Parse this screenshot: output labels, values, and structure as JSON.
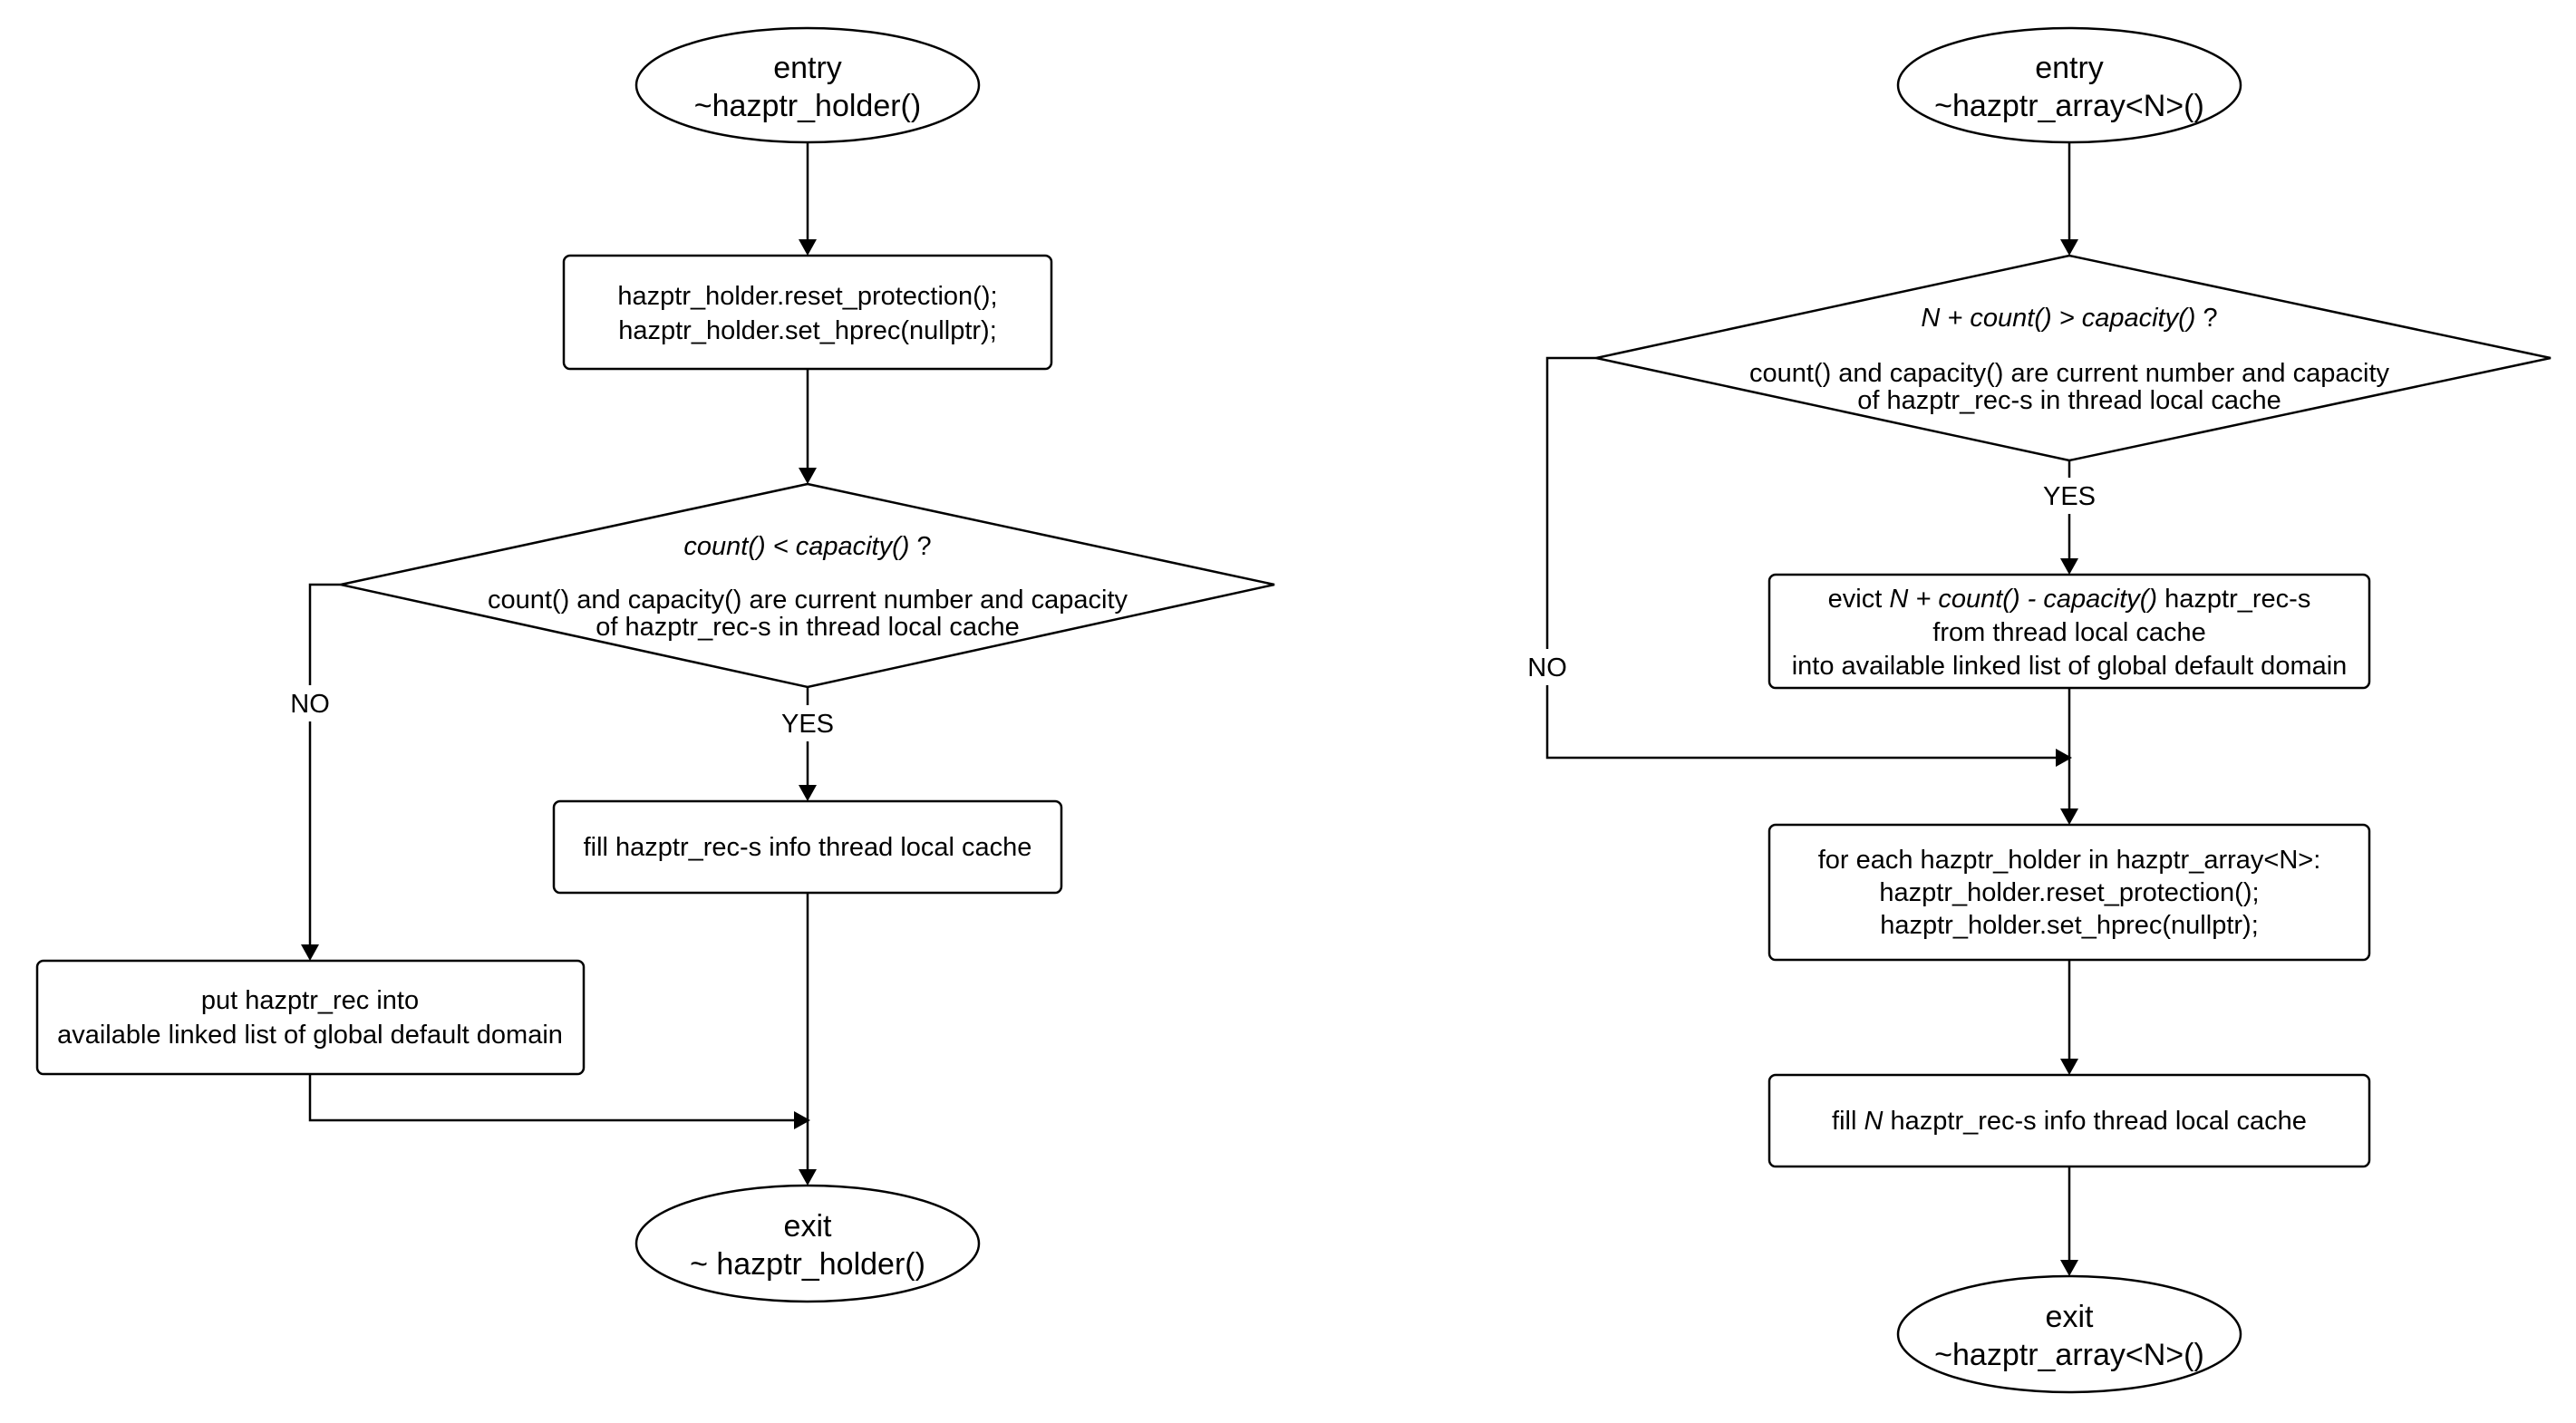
{
  "left_flow": {
    "entry": {
      "line1": "entry",
      "line2": "~hazptr_holder()"
    },
    "reset_box": {
      "line1": "hazptr_holder.reset_protection();",
      "line2": "hazptr_holder.set_hprec(nullptr);"
    },
    "decision": {
      "cond_italic": "count() < capacity()",
      "cond_suffix": " ?",
      "line2": "count() and capacity() are current number and capacity",
      "line3": "of hazptr_rec-s in thread local cache"
    },
    "no_label": "NO",
    "yes_label": "YES",
    "fill_box": {
      "line1": "fill hazptr_rec-s info thread local cache"
    },
    "put_box": {
      "line1": "put hazptr_rec into",
      "line2": "available linked list of global default domain"
    },
    "exit": {
      "line1": "exit",
      "line2": "~ hazptr_holder()"
    }
  },
  "right_flow": {
    "entry": {
      "line1": "entry",
      "line2": "~hazptr_array<N>()"
    },
    "decision": {
      "cond_italic": "N + count() > capacity()",
      "cond_suffix": " ?",
      "line2": "count() and capacity() are current number and capacity",
      "line3": "of hazptr_rec-s in thread local cache"
    },
    "yes_label": "YES",
    "no_label": "NO",
    "evict_box": {
      "prefix": "evict ",
      "italic": "N + count() - capacity()",
      "suffix": " hazptr_rec-s",
      "line2": "from thread local cache",
      "line3": "into available linked list of global default domain"
    },
    "foreach_box": {
      "line1": "for each hazptr_holder in hazptr_array<N>:",
      "line2": "hazptr_holder.reset_protection();",
      "line3": "hazptr_holder.set_hprec(nullptr);"
    },
    "fill_box": {
      "prefix": "fill ",
      "italic": "N",
      "suffix": " hazptr_rec-s info thread local cache"
    },
    "exit": {
      "line1": "exit",
      "line2": "~hazptr_array<N>()"
    }
  }
}
